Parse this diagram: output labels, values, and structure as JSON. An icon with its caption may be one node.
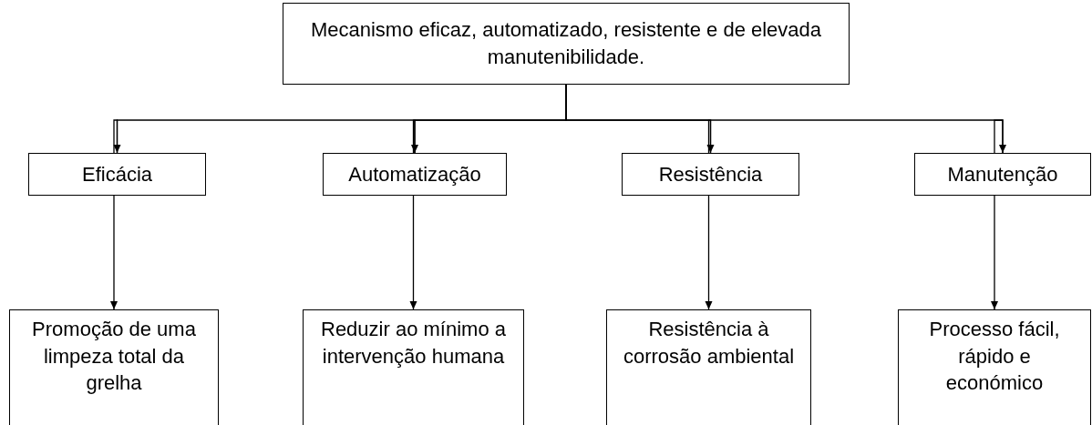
{
  "diagram": {
    "nodes": [
      {
        "text": [
          "Mecanismo eficaz, automatizado, resistente e de elevada manutenibilidade."
        ]
      },
      {
        "text": [
          "Eficácia"
        ]
      },
      {
        "text": [
          "Automatização"
        ]
      },
      {
        "text": [
          "Resistência"
        ]
      },
      {
        "text": [
          "Manutenção"
        ]
      },
      {
        "text": [
          "Promoção de uma limpeza total da grelha"
        ]
      },
      {
        "text": [
          "Reduzir ao mínimo a intervenção humana"
        ]
      },
      {
        "text": [
          "Resistência à corrosão ambiental"
        ]
      },
      {
        "text": [
          "Processo fácil, rápido e económico"
        ]
      }
    ],
    "edges": [
      {
        "from": 0,
        "to": 1,
        "arrow": "to"
      },
      {
        "from": 0,
        "to": 2,
        "arrow": "to"
      },
      {
        "from": 0,
        "to": 3,
        "arrow": "to"
      },
      {
        "from": 0,
        "to": 4,
        "arrow": "to"
      },
      {
        "from": 1,
        "to": 5,
        "arrow": "to"
      },
      {
        "from": 2,
        "to": 6,
        "arrow": "to"
      },
      {
        "from": 3,
        "to": 7,
        "arrow": "to"
      },
      {
        "from": 4,
        "to": 8,
        "arrow": "to"
      }
    ]
  }
}
